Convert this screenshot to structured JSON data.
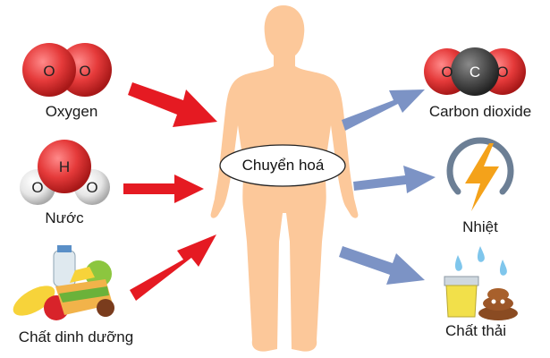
{
  "center": {
    "label": "Chuyển hoá"
  },
  "inputs": [
    {
      "label": "Oxygen",
      "atoms": [
        "O",
        "O"
      ],
      "icon": "oxygen-molecule"
    },
    {
      "label": "Nước",
      "atoms": [
        "O",
        "H",
        "O"
      ],
      "icon": "water-molecule"
    },
    {
      "label": "Chất dinh dưỡng",
      "icon": "food-icon"
    }
  ],
  "outputs": [
    {
      "label": "Carbon dioxide",
      "atoms": [
        "O",
        "C",
        "O"
      ],
      "icon": "co2-molecule"
    },
    {
      "label": "Nhiệt",
      "icon": "heat-lightning-icon"
    },
    {
      "label": "Chất thải",
      "icon": "waste-icon"
    }
  ],
  "colors": {
    "body": "#fcc89a",
    "input_arrow": "#e51a22",
    "output_arrow": "#7c93c5",
    "oxygen_atom": "#e53a3a",
    "hydrogen_atom": "#f0f0f0",
    "carbon_atom": "#555555",
    "lightning": "#f4a21a",
    "lightning_ring": "#6c7f95"
  }
}
